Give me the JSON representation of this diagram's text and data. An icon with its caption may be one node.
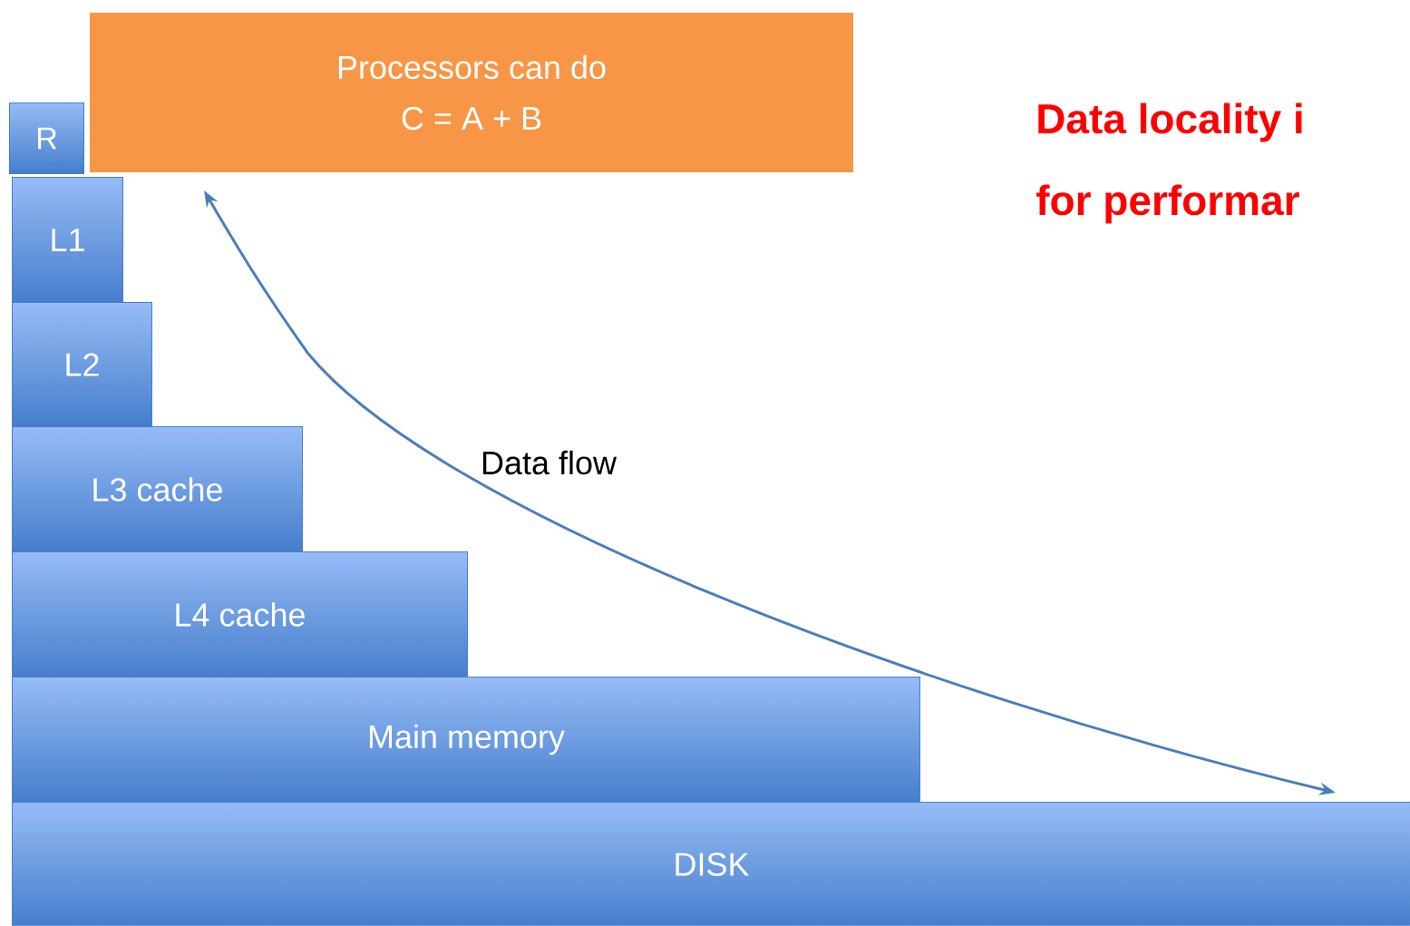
{
  "diagram": {
    "nodes": [
      {
        "text": [
          "Processors can do",
          "C = A + B"
        ]
      },
      {
        "text": [
          "R"
        ]
      },
      {
        "text": [
          "L1"
        ]
      },
      {
        "text": [
          "L2"
        ]
      },
      {
        "text": [
          "L3 cache"
        ]
      },
      {
        "text": [
          "L4 cache"
        ]
      },
      {
        "text": [
          "Main memory"
        ]
      },
      {
        "text": [
          "DISK"
        ]
      }
    ],
    "edges": [
      {
        "from": 7,
        "to": 0,
        "arrow": "both",
        "label": "Data flow"
      }
    ],
    "labels": [
      "Data locality i",
      "for performar"
    ]
  }
}
